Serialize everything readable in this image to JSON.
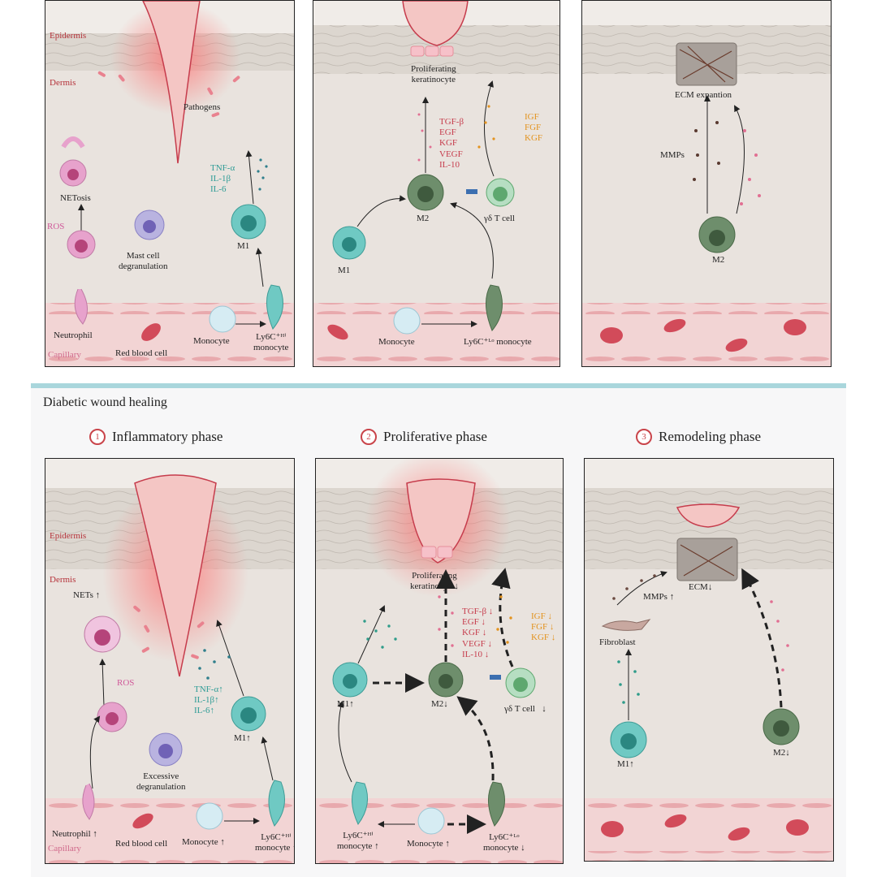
{
  "top": {
    "panel1": {
      "epidermis": "Epidermis",
      "dermis": "Dermis",
      "capillary": "Capillary",
      "pathogens": "Pathogens",
      "netosis": "NETosis",
      "ros": "ROS",
      "mast_cell": "Mast cell\ndegranulation",
      "cytokines": "TNF-α\nIL-1β\nIL-6",
      "m1": "M1",
      "neutrophil": "Neutrophil",
      "rbc": "Red blood cell",
      "monocyte": "Monocyte",
      "ly6c_hi": "Ly6C⁺ᴴⁱ\nmonocyte"
    },
    "panel2": {
      "prolif": "Proliferating\nkeratinocyte",
      "growth_red": "TGF-β\nEGF\nKGF\nVEGF\nIL-10",
      "growth_orange": "IGF\nFGF\nKGF",
      "m2": "M2",
      "gd": "γδ T cell",
      "m1": "M1",
      "monocyte": "Monocyte",
      "ly6c_lo": "Ly6C⁺ᴸᵒ monocyte"
    },
    "panel3": {
      "ecm": "ECM expantion",
      "mmps": "MMPs",
      "m2": "M2"
    }
  },
  "bottom": {
    "title": "Diabetic wound healing",
    "phases": [
      {
        "num": "1",
        "label": "Inflammatory phase"
      },
      {
        "num": "2",
        "label": "Proliferative phase"
      },
      {
        "num": "3",
        "label": "Remodeling phase"
      }
    ],
    "panel1": {
      "epidermis": "Epidermis",
      "dermis": "Dermis",
      "capillary": "Capillary",
      "nets": "NETs ↑",
      "ros": "ROS",
      "excessive": "Excessive\ndegranulation",
      "cytokines": "TNF-α↑\nIL-1β↑\nIL-6↑",
      "m1": "M1↑",
      "neutrophil": "Neutrophil ↑",
      "rbc": "Red blood cell",
      "monocyte": "Monocyte ↑",
      "ly6c_hi": "Ly6C⁺ᴴⁱ\nmonocyte ↑"
    },
    "panel2": {
      "prolif": "Proliferating\nkeratinocyte↓",
      "growth_red": "TGF-β ↓\nEGF ↓\nKGF ↓\nVEGF ↓\nIL-10 ↓",
      "growth_orange": "IGF ↓\nFGF ↓\nKGF ↓",
      "m1": "M1↑",
      "m2": "M2↓",
      "gd": "γδ T cell   ↓",
      "ly6c_hi": "Ly6C⁺ᴴⁱ\nmonocyte ↑",
      "monocyte": "Monocyte ↑",
      "ly6c_lo": "Ly6C⁺ᴸᵒ\nmonocyte ↓"
    },
    "panel3": {
      "ecm": "ECM↓",
      "mmps": "MMPs ↑",
      "fibroblast": "Fibroblast",
      "m1": "M1↑",
      "m2": "M2↓"
    }
  },
  "colors": {
    "panel_bg": "#e9e3de",
    "epidermis": "#dcd6cf",
    "capillary": "#f2d4d4",
    "m1": "#6fc9c3",
    "m2": "#6e8e6c",
    "neutrophil": "#e7a2cc",
    "rbc": "#d24b5a",
    "wound": "#f4c6c4",
    "divider": "#a9d6dc"
  }
}
